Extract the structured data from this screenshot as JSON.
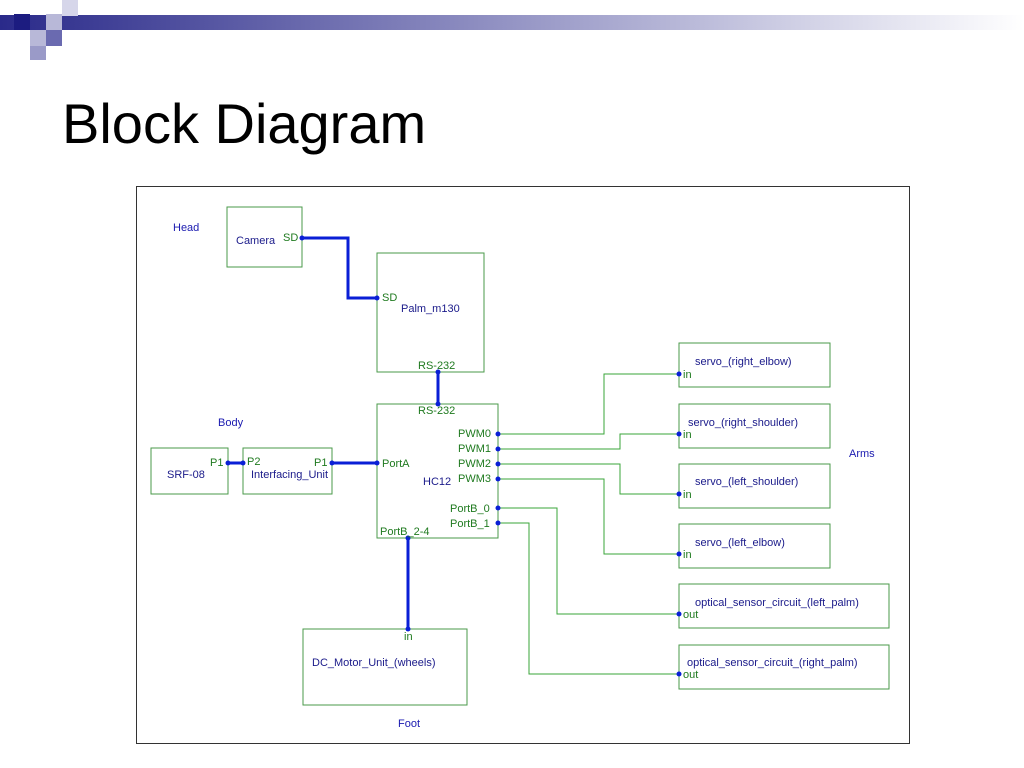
{
  "slide": {
    "title": "Block Diagram"
  },
  "colors": {
    "wire": "#0a1fd6",
    "signal": "#3aa53a",
    "box": "#4a9a4a",
    "label": "#1a1ad0"
  },
  "groups": {
    "head": "Head",
    "body": "Body",
    "arms": "Arms",
    "foot": "Foot"
  },
  "blocks": {
    "camera": {
      "name": "Camera",
      "port": "SD"
    },
    "palm": {
      "name": "Palm_m130",
      "port_sd": "SD",
      "port_rs": "RS-232"
    },
    "hc12": {
      "name": "HC12",
      "port_rs": "RS-232",
      "port_a": "PortA",
      "pwm0": "PWM0",
      "pwm1": "PWM1",
      "pwm2": "PWM2",
      "pwm3": "PWM3",
      "portb0": "PortB_0",
      "portb1": "PortB_1",
      "portb24": "PortB_2-4"
    },
    "srf": {
      "name": "SRF-08",
      "port": "P1"
    },
    "interface": {
      "name": "Interfacing_Unit",
      "port_p2": "P2",
      "port_p1": "P1"
    },
    "motor": {
      "name": "DC_Motor_Unit_(wheels)",
      "port": "in"
    },
    "servo_right_elbow": {
      "name": "servo_(right_elbow)",
      "port": "in"
    },
    "servo_right_shoulder": {
      "name": "servo_(right_shoulder)",
      "port": "in"
    },
    "servo_left_shoulder": {
      "name": "servo_(left_shoulder)",
      "port": "in"
    },
    "servo_left_elbow": {
      "name": "servo_(left_elbow)",
      "port": "in"
    },
    "optical_left": {
      "name": "optical_sensor_circuit_(left_palm)",
      "port": "out"
    },
    "optical_right": {
      "name": "optical_sensor_circuit_(right_palm)",
      "port": "out"
    }
  }
}
